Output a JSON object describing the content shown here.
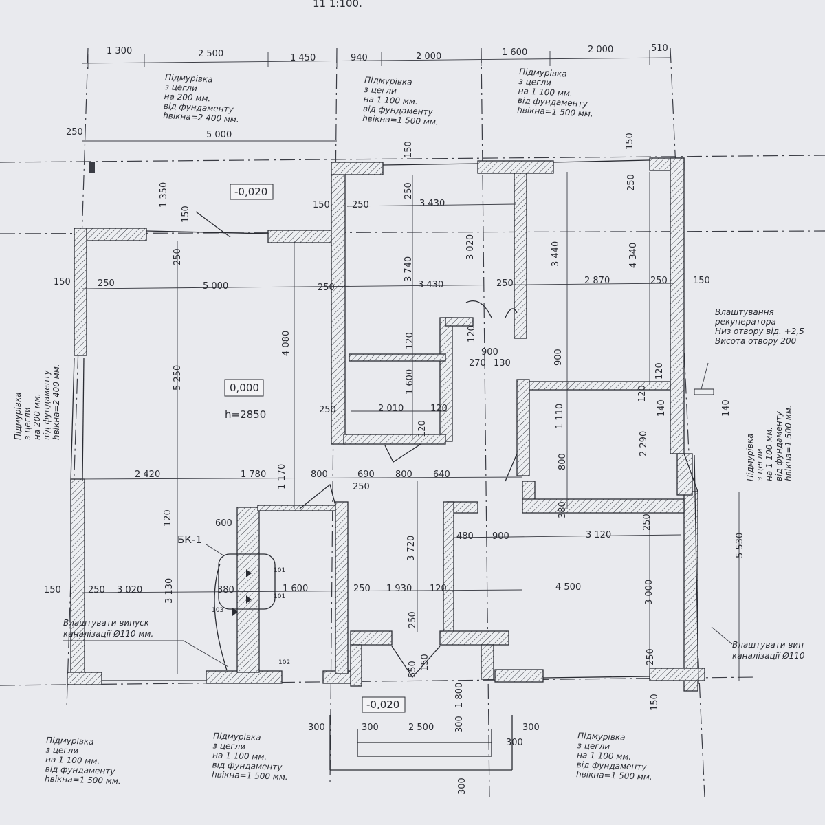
{
  "title_fragment": "11 1:100.",
  "levels": {
    "outside_top": "-0,020",
    "floor": "0,000",
    "height": "h=2850",
    "outside_bottom": "-0,020"
  },
  "top_dims": [
    "1 300",
    "2 500",
    "1 450",
    "940",
    "2 000",
    "1 600",
    "2 000",
    "510"
  ],
  "second_dims": {
    "d250": "250",
    "d5000": "5 000"
  },
  "notes_top": [
    {
      "l1": "Підмурівка",
      "l2": "з цегли",
      "l3": "на 200 мм.",
      "l4": "від фундаменту",
      "l5": "hвікна=2 400 мм."
    },
    {
      "l1": "Підмурівка",
      "l2": "з цегли",
      "l3": "на 1 100 мм.",
      "l4": "від фундаменту",
      "l5": "hвікна=1 500 мм."
    },
    {
      "l1": "Підмурівка",
      "l2": "з цегли",
      "l3": "на 1 100 мм.",
      "l4": "від фундаменту",
      "l5": "hвікна=1 500 мм."
    }
  ],
  "note_left": {
    "l1": "Підмурівка",
    "l2": "з цегли",
    "l3": "на 200 мм.",
    "l4": "від фундаменту",
    "l5": "hвікна=2 400 мм."
  },
  "note_right": {
    "l1": "Підмурівка",
    "l2": "з цегли",
    "l3": "на 1 100 мм.",
    "l4": "від фундаменту",
    "l5": "hвікна=1 500 мм."
  },
  "recuperator": {
    "l1": "Влаштування",
    "l2": "рекуператора",
    "l3": "Низ отвору від. +2,5",
    "l4": "Висота отвору 200"
  },
  "sewer_left": {
    "l1": "Влаштувати випуск",
    "l2": "каналізації Ø110 мм."
  },
  "sewer_right": {
    "l1": "Влаштувати вип",
    "l2": "каналізації Ø110"
  },
  "notes_bottom": [
    {
      "l1": "Підмурівка",
      "l2": "з цегли",
      "l3": "на 1 100 мм.",
      "l4": "від фундаменту",
      "l5": "hвікна=1 500 мм."
    },
    {
      "l1": "Підмурівка",
      "l2": "з цегли",
      "l3": "на 1 100 мм.",
      "l4": "від фундаменту",
      "l5": "hвікна=1 500 мм."
    },
    {
      "l1": "Підмурівка",
      "l2": "з цегли",
      "l3": "на 1 100 мм.",
      "l4": "від фундаменту",
      "l5": "hвікна=1 500 мм."
    }
  ],
  "bk": "БК-1",
  "markers": {
    "m1": "101",
    "m2": "101",
    "m3": "102",
    "m4": "103"
  },
  "room_dims": {
    "d1350": "1 350",
    "d150a": "150",
    "d150b": "150",
    "d250c": "250",
    "d3430a": "3 430",
    "d150c": "150",
    "d250d": "250",
    "d250e": "250",
    "d3740": "3 740",
    "d3020": "3 020",
    "d3440": "3 440",
    "d4340": "4 340",
    "d150e": "150",
    "d250f": "250",
    "d5000": "5 000",
    "d250g": "250",
    "d3430b": "3 430",
    "d250h": "250",
    "d2870": "2 870",
    "d250i": "250",
    "d150f": "150",
    "d250j": "250",
    "d5250": "5 250",
    "d4080": "4 080",
    "d120a": "120",
    "d120b": "120",
    "d900a": "900",
    "d270": "270",
    "d130": "130",
    "d900b": "900",
    "d120c": "120",
    "d1600a": "1 600",
    "d120d": "120",
    "d140a": "140",
    "d140b": "140",
    "d250k": "250",
    "d2010": "2 010",
    "d120e": "120",
    "d120f": "120",
    "d1110": "1 110",
    "d2290": "2 290",
    "d800a": "800",
    "d2420": "2 420",
    "d1780": "1 780",
    "d1170": "1 170",
    "d800b": "800",
    "d690": "690",
    "d800c": "800",
    "d640": "640",
    "d250l": "250",
    "d120g": "120",
    "d600": "600",
    "d380a": "380",
    "d3720": "3 720",
    "d480": "480",
    "d900c": "900",
    "d3120": "3 120",
    "d250m": "250",
    "d5530": "5 530",
    "d150g": "150",
    "d250n": "250",
    "d3020b": "3 020",
    "d3130": "3 130",
    "d380b": "380",
    "d1600b": "1 600",
    "d250o": "250",
    "d1930": "1 930",
    "d120h": "120",
    "d4500": "4 500",
    "d3000": "3 000",
    "d250p": "250",
    "d250q": "250",
    "d550": "550",
    "d150h": "150",
    "d1800": "1 800",
    "d250r": "250",
    "d150i": "150",
    "d300a": "300",
    "d300b": "300",
    "d2500b": "2 500",
    "d300c": "300",
    "d300d": "300",
    "d300e": "300",
    "d300f": "300"
  }
}
